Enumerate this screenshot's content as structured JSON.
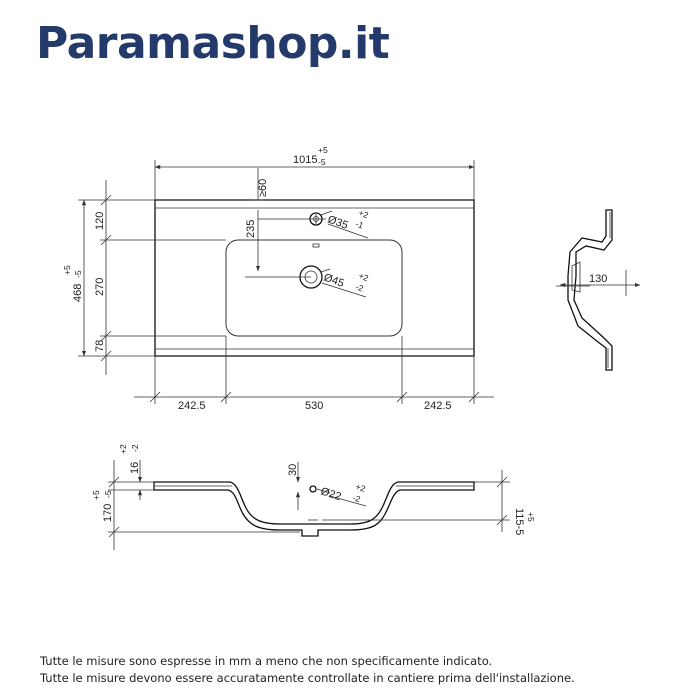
{
  "brand": {
    "name": "Paramashop.it"
  },
  "top_view": {
    "overall_width": "1015",
    "overall_width_tol_plus": "+5",
    "overall_width_tol_minus": "-5",
    "overall_depth": "468",
    "overall_depth_tol_plus": "+5",
    "overall_depth_tol_minus": "-5",
    "back_margin": "120",
    "bowl_depth": "270",
    "front_margin": "78",
    "tap_offset": "≥60",
    "drain_offset": "235",
    "tap_hole": "Ø35",
    "tap_hole_tol_plus": "+2",
    "tap_hole_tol_minus": "-1",
    "drain_hole": "Ø45",
    "drain_hole_tol_plus": "+2",
    "drain_hole_tol_minus": "-2",
    "left_margin": "242.5",
    "bowl_width": "530",
    "right_margin": "242.5"
  },
  "side_view": {
    "depth": "130"
  },
  "section_view": {
    "top_thickness": "16",
    "top_thickness_tol_plus": "+2",
    "top_thickness_tol_minus": "-2",
    "total_height": "170",
    "total_height_tol_plus": "+5",
    "total_height_tol_minus": "-5",
    "overflow_height": "30",
    "overflow_hole": "Ø22",
    "overflow_hole_tol_plus": "+2",
    "overflow_hole_tol_minus": "-2",
    "bowl_height": "115",
    "bowl_height_tol_plus": "+5",
    "bowl_height_tol_minus": "-5"
  },
  "notes": {
    "line1": "Tutte le misure sono espresse in mm a meno che non specificamente indicato.",
    "line2": "Tutte le misure devono essere accuratamente controllate in cantiere prima dell'installazione."
  }
}
